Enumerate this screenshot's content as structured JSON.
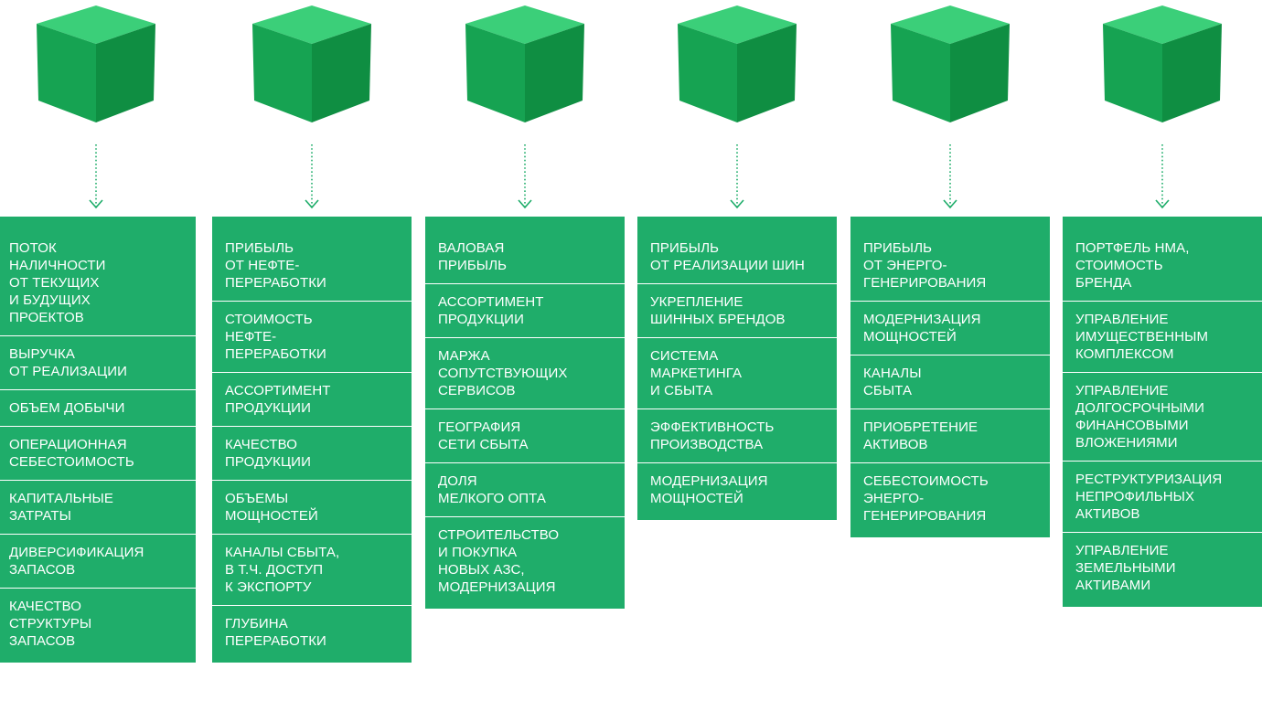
{
  "colors": {
    "box_green": "#1fad6a",
    "cube_top": "#3bcf79",
    "cube_left": "#16a352",
    "cube_right": "#0f8e42",
    "arrow": "#1fad6a"
  },
  "icons": {
    "cube": "cube-icon",
    "arrow": "dotted-arrow-down-icon"
  },
  "columns": [
    {
      "items": [
        "ПОТОК\nНАЛИЧНОСТИ\nОТ ТЕКУЩИХ\nИ БУДУЩИХ\nПРОЕКТОВ",
        "ВЫРУЧКА\nОТ РЕАЛИЗАЦИИ",
        "ОБЪЕМ ДОБЫЧИ",
        "ОПЕРАЦИОННАЯ\nСЕБЕСТОИМОСТЬ",
        "КАПИТАЛЬНЫЕ\nЗАТРАТЫ",
        "ДИВЕРСИФИКАЦИЯ\nЗАПАСОВ",
        "КАЧЕСТВО\nСТРУКТУРЫ\nЗАПАСОВ"
      ]
    },
    {
      "items": [
        "ПРИБЫЛЬ\nОТ НЕФТЕ-\nПЕРЕРАБОТКИ",
        "СТОИМОСТЬ\nНЕФТЕ-\nПЕРЕРАБОТКИ",
        "АССОРТИМЕНТ\nПРОДУКЦИИ",
        "КАЧЕСТВО\nПРОДУКЦИИ",
        "ОБЪЕМЫ\nМОЩНОСТЕЙ",
        "КАНАЛЫ СБЫТА,\nВ Т.Ч. ДОСТУП\nК ЭКСПОРТУ",
        "ГЛУБИНА\nПЕРЕРАБОТКИ"
      ]
    },
    {
      "items": [
        "ВАЛОВАЯ\nПРИБЫЛЬ",
        "АССОРТИМЕНТ\nПРОДУКЦИИ",
        "МАРЖА\nСОПУТСТВУЮЩИХ\nСЕРВИСОВ",
        "ГЕОГРАФИЯ\nСЕТИ СБЫТА",
        "ДОЛЯ\nМЕЛКОГО ОПТА",
        "СТРОИТЕЛЬСТВО\nИ ПОКУПКА\nНОВЫХ АЗС,\nМОДЕРНИЗАЦИЯ"
      ]
    },
    {
      "items": [
        "ПРИБЫЛЬ\nОТ РЕАЛИЗАЦИИ ШИН",
        "УКРЕПЛЕНИЕ\nШИННЫХ БРЕНДОВ",
        "СИСТЕМА\nМАРКЕТИНГА\nИ СБЫТА",
        "ЭФФЕКТИВНОСТЬ\nПРОИЗВОДСТВА",
        "МОДЕРНИЗАЦИЯ\nМОЩНОСТЕЙ"
      ]
    },
    {
      "items": [
        "ПРИБЫЛЬ\nОТ ЭНЕРГО-\nГЕНЕРИРОВАНИЯ",
        "МОДЕРНИЗАЦИЯ\nМОЩНОСТЕЙ",
        "КАНАЛЫ\nСБЫТА",
        "ПРИОБРЕТЕНИЕ\nАКТИВОВ",
        "СЕБЕСТОИМОСТЬ\nЭНЕРГО-\nГЕНЕРИРОВАНИЯ"
      ]
    },
    {
      "items": [
        "ПОРТФЕЛЬ НМА,\nСТОИМОСТЬ\nБРЕНДА",
        "УПРАВЛЕНИЕ\nИМУЩЕСТВЕННЫМ\nКОМПЛЕКСОМ",
        "УПРАВЛЕНИЕ\nДОЛГОСРОЧНЫМИ\nФИНАНСОВЫМИ\nВЛОЖЕНИЯМИ",
        "РЕСТРУКТУРИЗАЦИЯ\nНЕПРОФИЛЬНЫХ\nАКТИВОВ",
        "УПРАВЛЕНИЕ\nЗЕМЕЛЬНЫМИ\nАКТИВАМИ"
      ]
    }
  ]
}
